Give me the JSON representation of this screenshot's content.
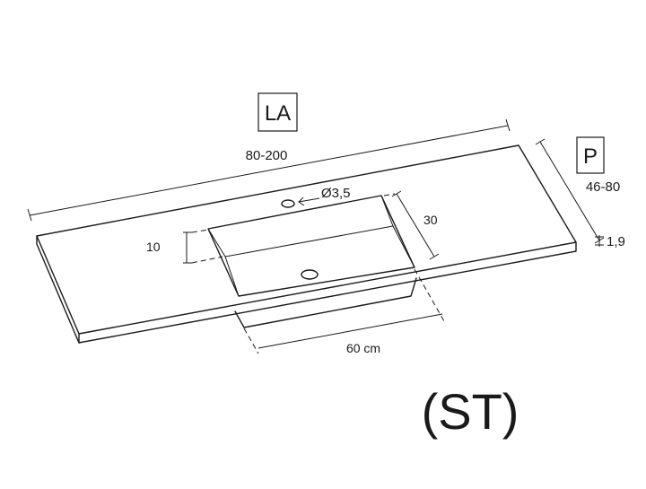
{
  "labels": {
    "width_tag": "LA",
    "width_range": "80-200",
    "depth_tag": "P",
    "depth_range": "46-80",
    "thickness": "1,9",
    "hole_diameter": "Ø3,5",
    "basin_depth": "10",
    "basin_width": "30",
    "basin_length": "60 cm",
    "model_code": "(ST)"
  },
  "colors": {
    "line": "#1a1a1a",
    "background": "#ffffff"
  }
}
